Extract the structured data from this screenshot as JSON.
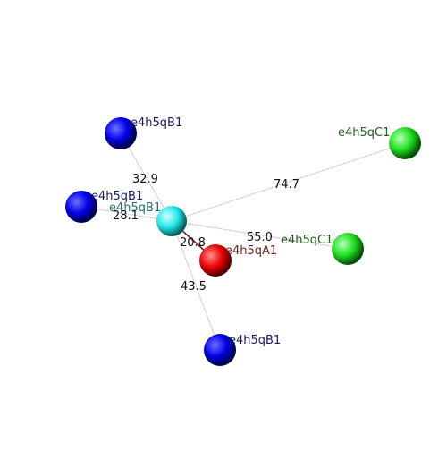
{
  "colors": {
    "background": "#ffffff",
    "edge": "#b8b8b8",
    "edge_highlight": "#7a1a1a",
    "label_blue": "#1a1a5e",
    "label_green": "#1f5e1f",
    "label_red": "#6e1f1f",
    "label_cyan": "#2a6e6e",
    "distance_text": "#111111"
  },
  "diagram": {
    "center": {
      "id": "c",
      "label": "e4h5qB1",
      "color": "cyan"
    },
    "nodes": [
      {
        "id": "b_top",
        "label": "e4h5qB1",
        "color": "blue"
      },
      {
        "id": "b_left",
        "label": "e4h5qB1",
        "color": "blue"
      },
      {
        "id": "b_bot",
        "label": "e4h5qB1",
        "color": "blue"
      },
      {
        "id": "g_top",
        "label": "e4h5qC1",
        "color": "green"
      },
      {
        "id": "g_mid",
        "label": "e4h5qC1",
        "color": "green"
      },
      {
        "id": "red",
        "label": "e4h5qA1",
        "color": "red"
      }
    ],
    "edges": [
      {
        "from": "c",
        "to": "b_top",
        "distance": "32.9"
      },
      {
        "from": "c",
        "to": "b_left",
        "distance": "28.1"
      },
      {
        "from": "c",
        "to": "red",
        "distance": "20.8"
      },
      {
        "from": "c",
        "to": "b_bot",
        "distance": "43.5"
      },
      {
        "from": "c",
        "to": "g_top",
        "distance": "74.7"
      },
      {
        "from": "c",
        "to": "g_mid",
        "distance": "55.0"
      }
    ]
  }
}
